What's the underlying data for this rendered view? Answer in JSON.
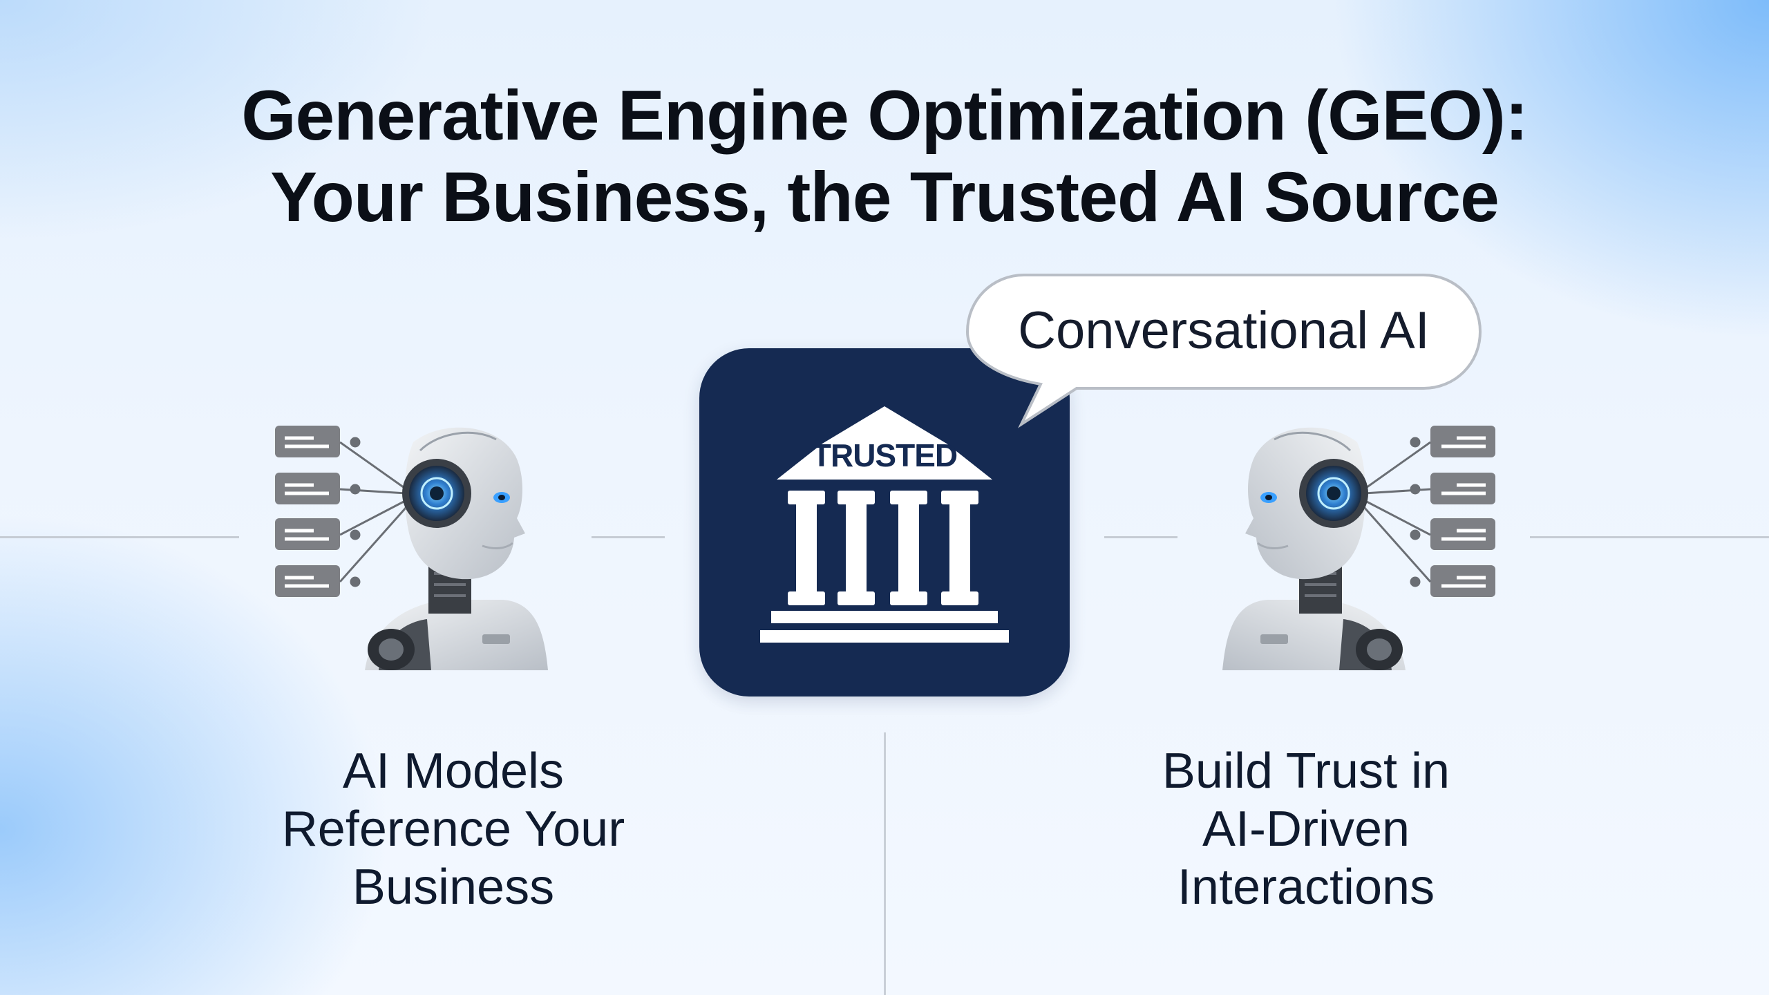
{
  "title": {
    "line1": "Generative Engine Optimization (GEO):",
    "line2": "Your Business, the Trusted AI Source"
  },
  "center_badge": {
    "label": "TRUSTED",
    "icon": "bank-building-icon",
    "background": "#152a52"
  },
  "speech_bubble": {
    "text": "Conversational AI"
  },
  "left_card": {
    "icon": "robot-head-icon",
    "side_icon": "document-list-icon",
    "caption": [
      "AI Models",
      "Reference Your",
      "Business"
    ]
  },
  "right_card": {
    "icon": "robot-head-icon",
    "side_icon": "document-list-icon",
    "caption": [
      "Build Trust in",
      "AI-Driven",
      "Interactions"
    ]
  },
  "colors": {
    "accent_blue": "#3aa0ff",
    "navy": "#152a52",
    "text": "#0b0f17"
  }
}
